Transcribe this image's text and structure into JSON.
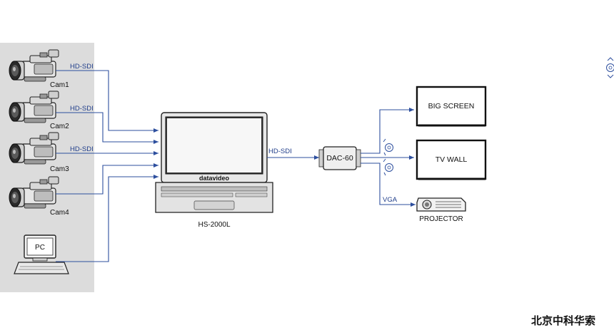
{
  "sources": [
    {
      "label": "Cam1",
      "signal": "HD-SDI",
      "icon": "camcorder-icon"
    },
    {
      "label": "Cam2",
      "signal": "HD-SDI",
      "icon": "camcorder-icon"
    },
    {
      "label": "Cam3",
      "signal": "HD-SDI",
      "icon": "camcorder-icon"
    },
    {
      "label": "Cam4",
      "signal": "",
      "icon": "camcorder-icon"
    },
    {
      "label": "PC",
      "signal": "",
      "icon": "pc-icon"
    }
  ],
  "switcher": {
    "name": "HS-2000L",
    "brand": "datavideo",
    "output_signal": "HD-SDI"
  },
  "converter": {
    "name": "DAC-60"
  },
  "outputs": [
    {
      "label": "BIG SCREEN",
      "signal": ""
    },
    {
      "label": "TV WALL",
      "signal": ""
    },
    {
      "label": "PROJECTOR",
      "signal": "VGA"
    }
  ],
  "watermark": "北京中科华索",
  "colors": {
    "wire": "#2d4f9e",
    "panel": "#dcdcdc",
    "signal_text": "#1f3d8a"
  }
}
